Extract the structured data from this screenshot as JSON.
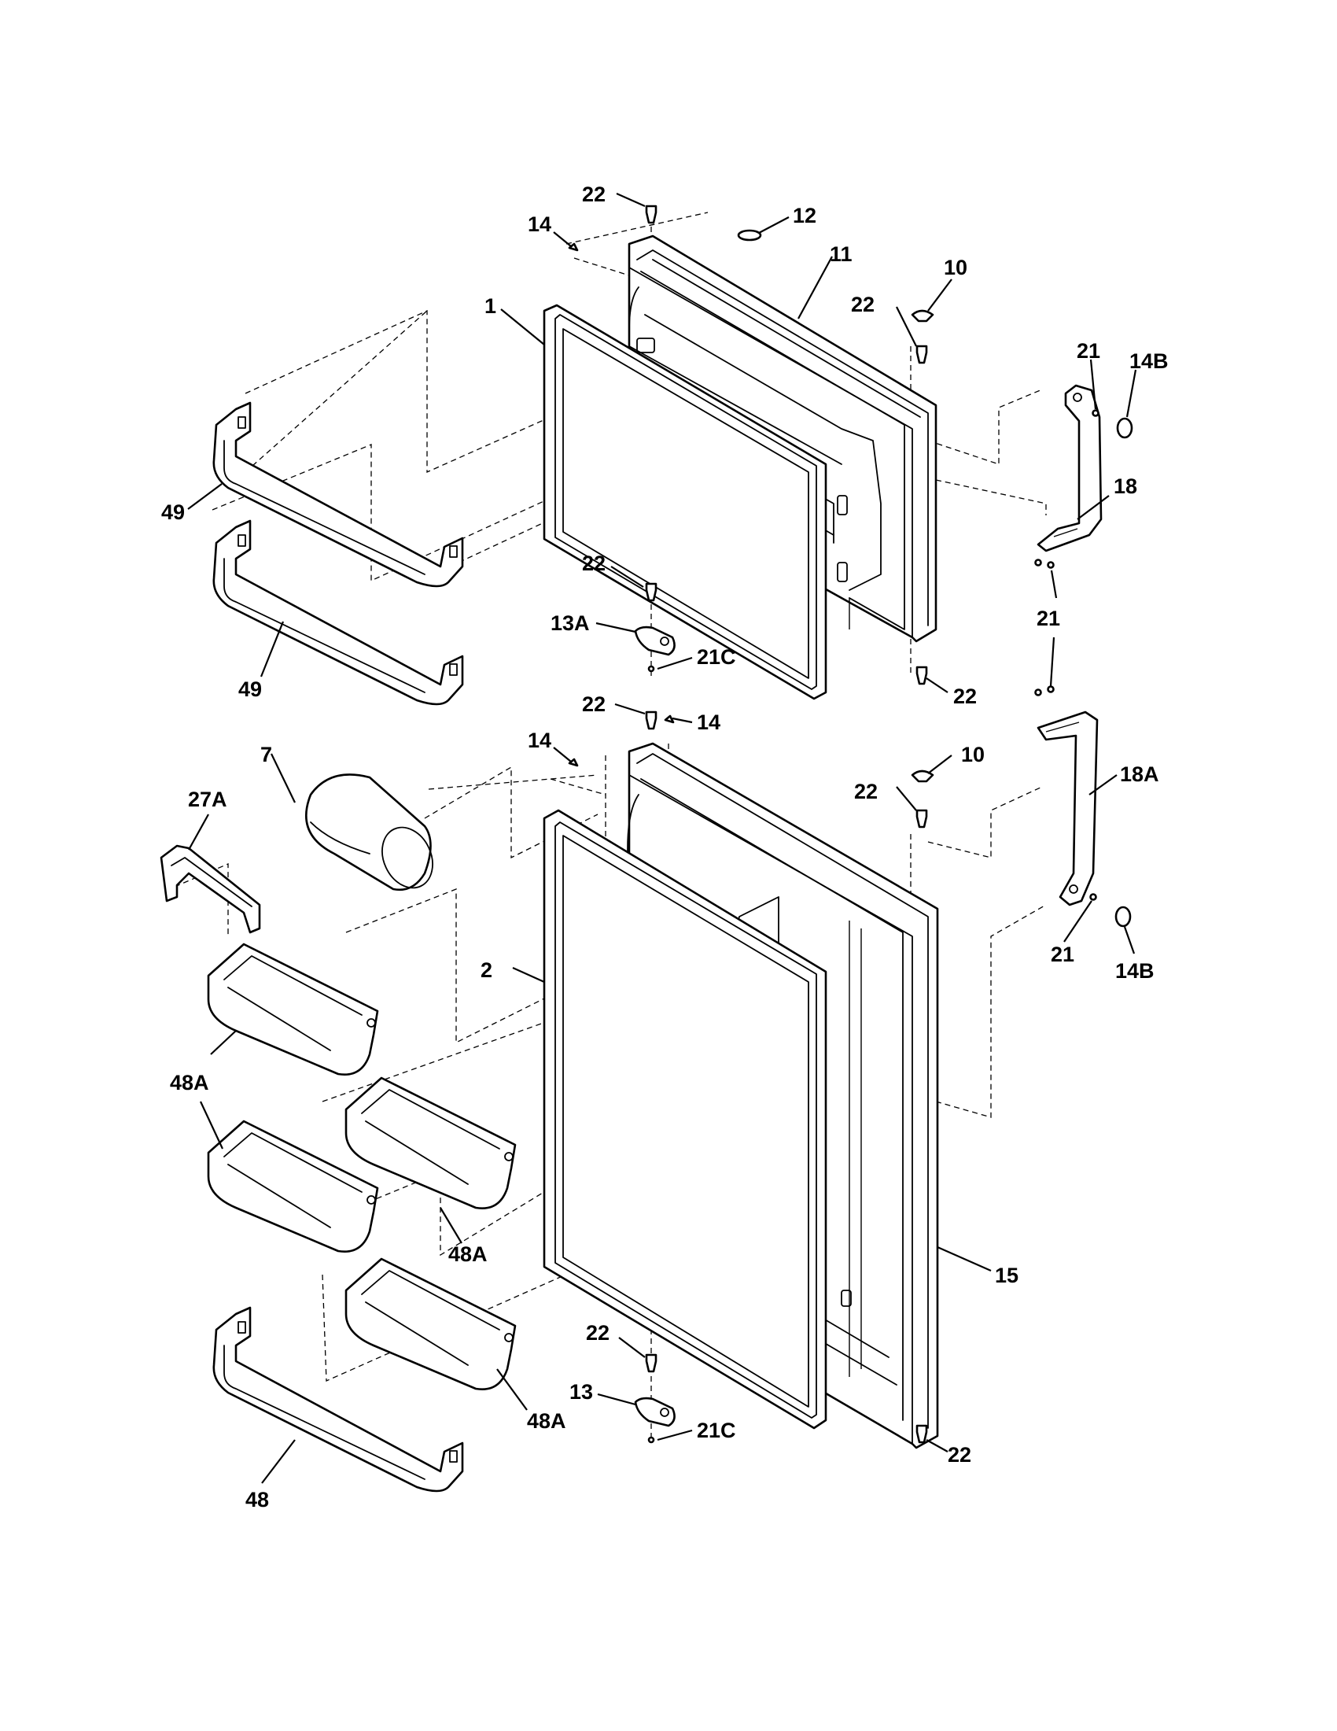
{
  "callouts": [
    {
      "id": "c-22-a",
      "text": "22"
    },
    {
      "id": "c-14-a",
      "text": "14"
    },
    {
      "id": "c-12",
      "text": "12"
    },
    {
      "id": "c-11",
      "text": "11"
    },
    {
      "id": "c-10-a",
      "text": "10"
    },
    {
      "id": "c-22-b",
      "text": "22"
    },
    {
      "id": "c-1",
      "text": "1"
    },
    {
      "id": "c-21-a",
      "text": "21"
    },
    {
      "id": "c-14b-a",
      "text": "14B"
    },
    {
      "id": "c-18",
      "text": "18"
    },
    {
      "id": "c-49-a",
      "text": "49"
    },
    {
      "id": "c-22-c",
      "text": "22"
    },
    {
      "id": "c-21-b",
      "text": "21"
    },
    {
      "id": "c-13a",
      "text": "13A"
    },
    {
      "id": "c-21c-a",
      "text": "21C"
    },
    {
      "id": "c-49-b",
      "text": "49"
    },
    {
      "id": "c-22-d",
      "text": "22"
    },
    {
      "id": "c-22-e",
      "text": "22"
    },
    {
      "id": "c-14-b",
      "text": "14"
    },
    {
      "id": "c-14-c",
      "text": "14"
    },
    {
      "id": "c-7",
      "text": "7"
    },
    {
      "id": "c-10-b",
      "text": "10"
    },
    {
      "id": "c-27a",
      "text": "27A"
    },
    {
      "id": "c-22-f",
      "text": "22"
    },
    {
      "id": "c-18a",
      "text": "18A"
    },
    {
      "id": "c-2",
      "text": "2"
    },
    {
      "id": "c-21-c",
      "text": "21"
    },
    {
      "id": "c-14b-b",
      "text": "14B"
    },
    {
      "id": "c-48a-a",
      "text": "48A"
    },
    {
      "id": "c-48a-b",
      "text": "48A"
    },
    {
      "id": "c-15",
      "text": "15"
    },
    {
      "id": "c-22-g",
      "text": "22"
    },
    {
      "id": "c-13",
      "text": "13"
    },
    {
      "id": "c-48a-c",
      "text": "48A"
    },
    {
      "id": "c-21c-b",
      "text": "21C"
    },
    {
      "id": "c-22-h",
      "text": "22"
    },
    {
      "id": "c-48",
      "text": "48"
    }
  ]
}
